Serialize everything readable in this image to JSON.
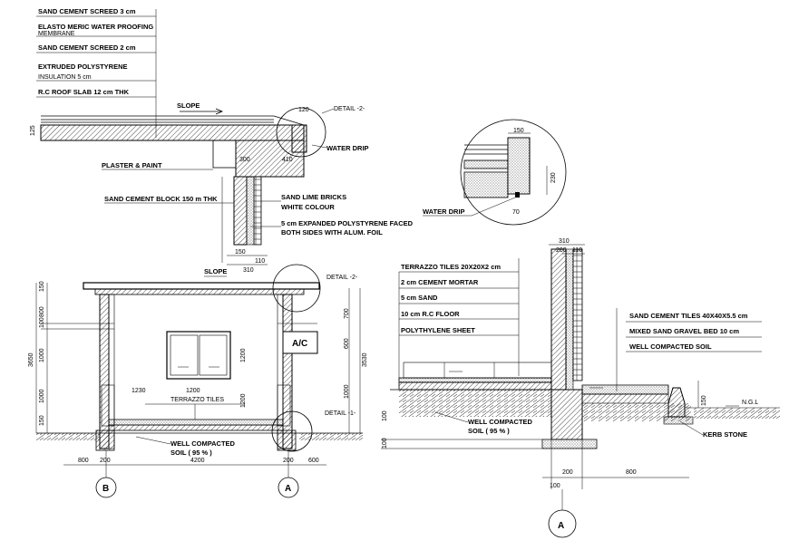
{
  "roof_detail": {
    "layers": [
      "SAND CEMENT SCREED 3 cm",
      "ELASTO MERIC WATER PROOFING",
      "MEMBRANE",
      "SAND CEMENT SCREED 2 cm",
      "EXTRUDED POLYSTYRENE",
      "INSULATION 5 cm",
      "R.C ROOF SLAB 12 cm THK"
    ],
    "slope": "SLOPE",
    "detail_ref": "DETAIL -2-",
    "water_drip": "WATER DRIP",
    "plaster": "PLASTER & PAINT",
    "block": "SAND CEMENT BLOCK 150 m THK",
    "bricks_1": "SAND LIME BRICKS",
    "bricks_2": "WHITE COLOUR",
    "poly_1": "5 cm EXPANDED POLYSTYRENE FACED",
    "poly_2": "BOTH SIDES WITH ALUM. FOIL",
    "dims": {
      "d120": "120",
      "d410": "410",
      "d300": "300",
      "d150": "150",
      "d110": "110",
      "d310": "310",
      "d125": "125"
    }
  },
  "drip_detail": {
    "label": "WATER DRIP",
    "dims": {
      "d150": "150",
      "d230": "230",
      "d70": "70"
    }
  },
  "section": {
    "slope": "SLOPE",
    "detail2": "DETAIL -2-",
    "detail1": "DETAIL -1-",
    "ac": "A/C",
    "terrazzo": "TERRAZZO TILES",
    "soil_1": "WELL COMPACTED",
    "soil_2": "SOIL ( 95 % )",
    "left_dims": [
      "150",
      "1000",
      "3650",
      "1000",
      "100",
      "800",
      "150"
    ],
    "right_dims": [
      "700",
      "600",
      "3530",
      "1000"
    ],
    "window_dims": [
      "1230",
      "1200",
      "1200",
      "1200"
    ],
    "bottom_dims": [
      "800",
      "200",
      "4200",
      "200",
      "600"
    ],
    "grid_b": "B",
    "grid_a": "A"
  },
  "floor_detail": {
    "layers": [
      "TERRAZZO TILES 20X20X2 cm",
      "2 cm CEMENT MORTAR",
      "5 cm SAND",
      "10 cm R.C FLOOR",
      "POLYTHYLENE SHEET"
    ],
    "ext_layers": [
      "SAND CEMENT TILES 40X40X5.5 cm",
      "MIXED SAND GRAVEL BED 10 cm",
      "WELL COMPACTED SOIL"
    ],
    "ngl": "N.G.L",
    "kerb": "KERB STONE",
    "soil_1": "WELL COMPACTED",
    "soil_2": "SOIL ( 95 % )",
    "dims": {
      "d310": "310",
      "d200": "200",
      "d110": "110",
      "d100": "100",
      "d800": "800",
      "d200b": "200",
      "d100b": "100",
      "d150": "150",
      "d100c": "100"
    },
    "grid_a": "A"
  }
}
